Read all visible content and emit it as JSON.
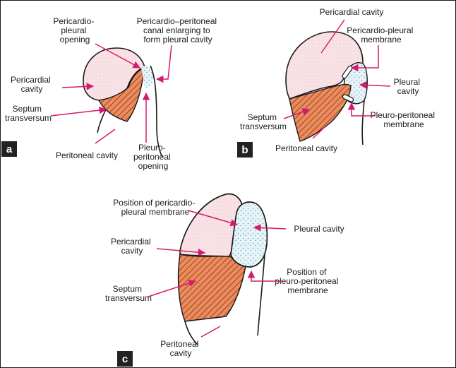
{
  "colors": {
    "pericardial_fill": "#f9e2e6",
    "pleural_fill": "#e8f3f7",
    "pleural_dots": "#4fa6c2",
    "septum_fill": "#ef8a5a",
    "septum_hatch": "#4a2a1e",
    "arrow": "#d6196e",
    "outline": "#1a1a1a",
    "badge_bg": "#222222",
    "badge_text": "#ffffff"
  },
  "panel_a": {
    "badge": "a",
    "labels": {
      "pericardio_pleural_opening": [
        "Pericardio-",
        "pleural",
        "opening"
      ],
      "pericardio_peritoneal_canal": [
        "Pericardio–peritoneal",
        "canal enlarging to",
        "form pleural cavity"
      ],
      "pericardial_cavity": [
        "Pericardial",
        "cavity"
      ],
      "septum_transversum": [
        "Septum",
        "transversum"
      ],
      "peritoneal_cavity": [
        "Peritoneal cavity"
      ],
      "pleuro_peritoneal_opening": [
        "Pleuro-",
        "peritoneal",
        "opening"
      ]
    }
  },
  "panel_b": {
    "badge": "b",
    "labels": {
      "pericardial_cavity": [
        "Pericardial cavity"
      ],
      "pericardio_pleural_membrane": [
        "Pericardio-pleural",
        "membrane"
      ],
      "pleural_cavity": [
        "Pleural",
        "cavity"
      ],
      "septum_transversum": [
        "Septum",
        "transversum"
      ],
      "pleuro_peritoneal_membrane": [
        "Pleuro-peritoneal",
        "membrane"
      ],
      "peritoneal_cavity": [
        "Peritoneal cavity"
      ]
    }
  },
  "panel_c": {
    "badge": "c",
    "labels": {
      "position_pericardio_pleural_membrane": [
        "Position of pericardio-",
        "pleural membrane"
      ],
      "pleural_cavity": [
        "Pleural cavity"
      ],
      "pericardial_cavity": [
        "Pericardial",
        "cavity"
      ],
      "position_pleuro_peritoneal_membrane": [
        "Position of",
        "pleuro-peritoneal",
        "membrane"
      ],
      "septum_transversum": [
        "Septum",
        "transversum"
      ],
      "peritoneal_cavity": [
        "Peritoneal",
        "cavity"
      ]
    }
  }
}
